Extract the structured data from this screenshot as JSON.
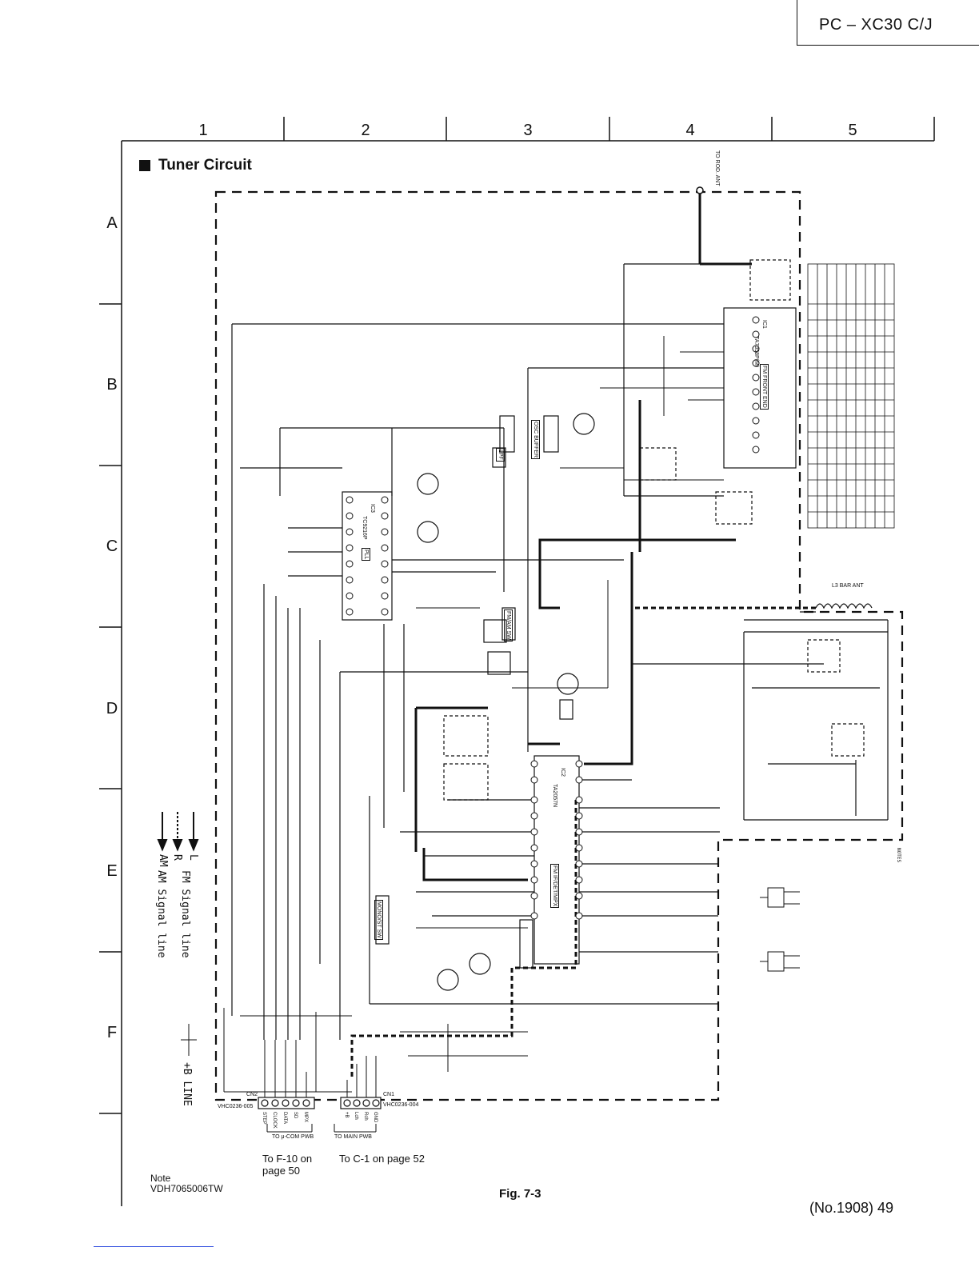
{
  "header": {
    "model": "PC – XC30 C/J"
  },
  "grid": {
    "columns": [
      "1",
      "2",
      "3",
      "4",
      "5"
    ],
    "rows": [
      "A",
      "B",
      "C",
      "D",
      "E",
      "F"
    ]
  },
  "diagram": {
    "title": "Tuner Circuit",
    "antenna_label": "TO ROD. ANT",
    "bar_ant": "L3 BAR ANT",
    "ics": [
      {
        "ref": "IC1",
        "part": "TA7358P(M)",
        "note": "FM FRONT END"
      },
      {
        "ref": "IC2",
        "part": "TA2057N"
      },
      {
        "ref": "IC3",
        "part": "TC9216P"
      }
    ],
    "blocks": [
      "FM FRONT END",
      "OSC BUFFER",
      "PLL",
      "LPF",
      "FM/AM SW",
      "MONO/ST SW",
      "FM IF/DET/MPX"
    ],
    "connectors": [
      {
        "ref": "CN2",
        "part": "VHC0236-005",
        "dest": "TO μ-COM PWB",
        "pins": [
          "STEP",
          "CLOCK",
          "DATA",
          "SD",
          "MPX"
        ]
      },
      {
        "ref": "CN1",
        "part": "VHC0236-004",
        "dest": "TO MAIN PWB",
        "pins": [
          "+B",
          "Lch",
          "Rch",
          "GND"
        ]
      }
    ],
    "cross_refs": [
      "To F-10 on page 50",
      "To C-1 on page 52"
    ],
    "legend": [
      {
        "key": "L",
        "label": "FM Signal line"
      },
      {
        "key": "R",
        "label": ""
      },
      {
        "key": "AM",
        "label": "AM Signal line"
      },
      {
        "key": "+B",
        "label": "+B LINE"
      }
    ],
    "notes_title": "NOTES"
  },
  "footer": {
    "note_label": "Note",
    "doc_no": "VDH7065006TW",
    "figure": "Fig. 7-3",
    "page": "(No.1908) 49"
  }
}
